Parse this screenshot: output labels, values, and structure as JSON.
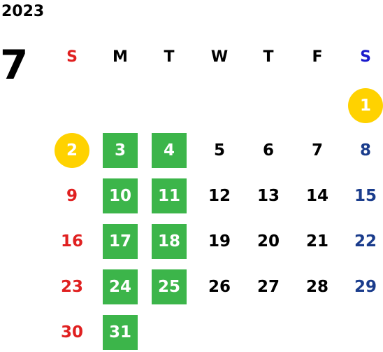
{
  "calendar": {
    "year": "2023",
    "month": "7",
    "weekdays": [
      {
        "label": "S",
        "color": "#e02020"
      },
      {
        "label": "M",
        "color": "#000000"
      },
      {
        "label": "T",
        "color": "#000000"
      },
      {
        "label": "W",
        "color": "#000000"
      },
      {
        "label": "T",
        "color": "#000000"
      },
      {
        "label": "F",
        "color": "#000000"
      },
      {
        "label": "S",
        "color": "#1a1acc"
      }
    ],
    "colors": {
      "sunday": "#e02020",
      "saturday": "#1a3c8c",
      "weekday": "#000000",
      "highlight_green": "#3cb54a",
      "highlight_yellow": "#ffd200"
    },
    "weeks": [
      [
        null,
        null,
        null,
        null,
        null,
        null,
        {
          "day": "1",
          "mark": "yellow"
        }
      ],
      [
        {
          "day": "2",
          "mark": "yellow"
        },
        {
          "day": "3",
          "mark": "green"
        },
        {
          "day": "4",
          "mark": "green"
        },
        {
          "day": "5"
        },
        {
          "day": "6"
        },
        {
          "day": "7"
        },
        {
          "day": "8"
        }
      ],
      [
        {
          "day": "9"
        },
        {
          "day": "10",
          "mark": "green"
        },
        {
          "day": "11",
          "mark": "green"
        },
        {
          "day": "12"
        },
        {
          "day": "13"
        },
        {
          "day": "14"
        },
        {
          "day": "15"
        }
      ],
      [
        {
          "day": "16"
        },
        {
          "day": "17",
          "mark": "green"
        },
        {
          "day": "18",
          "mark": "green"
        },
        {
          "day": "19"
        },
        {
          "day": "20"
        },
        {
          "day": "21"
        },
        {
          "day": "22"
        }
      ],
      [
        {
          "day": "23"
        },
        {
          "day": "24",
          "mark": "green"
        },
        {
          "day": "25",
          "mark": "green"
        },
        {
          "day": "26"
        },
        {
          "day": "27"
        },
        {
          "day": "28"
        },
        {
          "day": "29"
        }
      ],
      [
        {
          "day": "30"
        },
        {
          "day": "31",
          "mark": "green"
        },
        null,
        null,
        null,
        null,
        null
      ]
    ]
  }
}
